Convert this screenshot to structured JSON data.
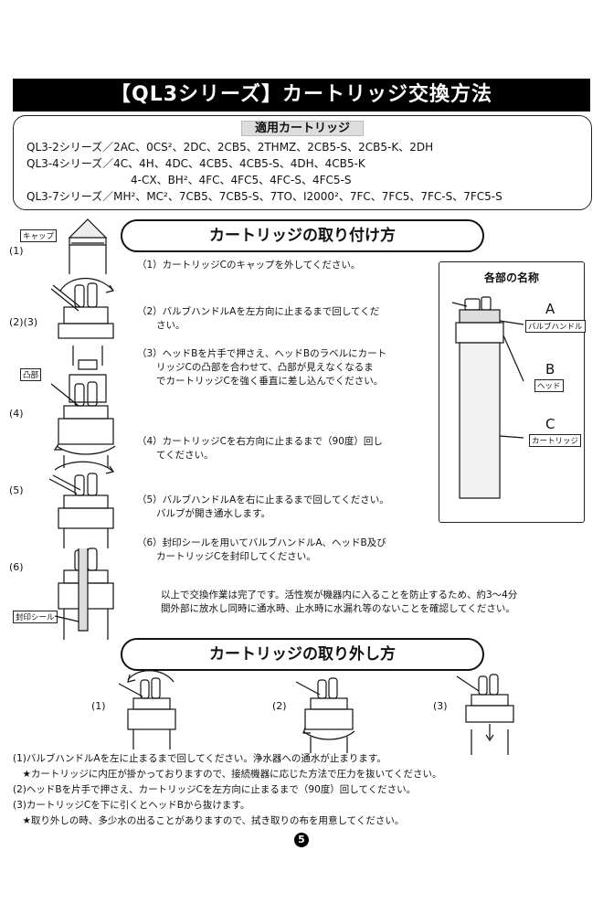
{
  "title": "【QL3シリーズ】カートリッジ交換方法",
  "cartridges": {
    "heading": "適用カートリッジ",
    "lines": [
      "QL3-2シリーズ／2AC、0CS²、2DC、2CB5、2THMZ、2CB5-S、2CB5-K、2DH",
      "QL3-4シリーズ／4C、4H、4DC、4CB5、4CB5-S、4DH、4CB5-K",
      "4-CX、BH²、4FC、4FC5、4FC-S、4FC5-S",
      "QL3-7シリーズ／MH²、MC²、7CB5、7CB5-S、7TO、I2000²、7FC、7FC5、7FC-S、7FC5-S"
    ]
  },
  "install": {
    "heading": "カートリッジの取り付け方",
    "step_labels": [
      "(1)",
      "(2)(3)",
      "(4)",
      "(5)",
      "(6)"
    ],
    "tags": {
      "cap": "キャップ",
      "protrusion": "凸部",
      "seal": "封印シール"
    },
    "steps": [
      "（1）カートリッジCのキャップを外してください。",
      "（2）バルブハンドルAを左方向に止まるまで回してくだ\n　　さい。",
      "（3）ヘッドBを片手で押さえ、ヘッドBのラベルにカート\n　　リッジCの凸部を合わせて、凸部が見えなくなるま\n　　でカートリッジCを強く垂直に差し込んでください。",
      "（4）カートリッジCを右方向に止まるまで（90度）回し\n　　てください。",
      "（5）バルブハンドルAを右に止まるまで回してください。\n　　バルブが開き通水します。",
      "（6）封印シールを用いてバルブハンドルA、ヘッドB及び\n　　カートリッジCを封印してください。"
    ],
    "completion": "以上で交換作業は完了です。活性炭が機器内に入ることを防止するため、約3～4分\n間外部に放水し同時に通水時、止水時に水漏れ等のないことを確認してください。"
  },
  "parts": {
    "heading": "各部の名称",
    "items": [
      {
        "letter": "A",
        "name": "バルブハンドル"
      },
      {
        "letter": "B",
        "name": "ヘッド"
      },
      {
        "letter": "C",
        "name": "カートリッジ"
      }
    ]
  },
  "removal": {
    "heading": "カートリッジの取り外し方",
    "fig_labels": [
      "(1)",
      "(2)",
      "(3)"
    ],
    "steps": [
      "(1)バルブハンドルAを左に止まるまで回してください。浄水器への通水が止まります。",
      "　★カートリッジに内圧が掛かっておりますので、接続機器に応じた方法で圧力を抜いてください。",
      "(2)ヘッドBを片手で押さえ、カートリッジCを左方向に止まるまで（90度）回してください。",
      "(3)カートリッジCを下に引くとヘッドBから抜けます。",
      "　★取り外しの時、多少水の出ることがありますので、拭き取りの布を用意してください。"
    ]
  },
  "page_number": "5"
}
